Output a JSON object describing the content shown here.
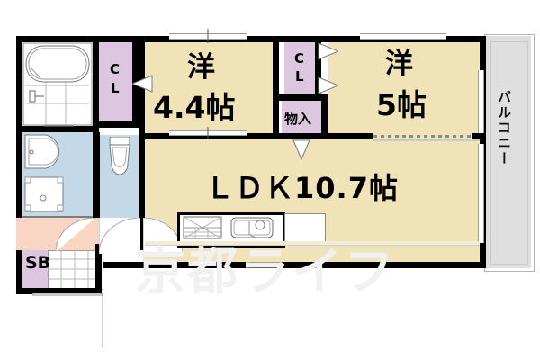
{
  "plan": {
    "title_watermark": "京都ライフ",
    "rooms": [
      {
        "id": "washitsu_44",
        "name": "洋",
        "size": "4.4帖",
        "type": "western-room"
      },
      {
        "id": "washitsu_5",
        "name": "洋",
        "size": "5帖",
        "type": "western-room"
      },
      {
        "id": "ldk",
        "name": "LDK10.7帖",
        "size": "10.7帖",
        "type": "living-dining-kitchen"
      }
    ],
    "labels": {
      "room_yo_1": "洋",
      "room_size_1": "4.4帖",
      "room_yo_2": "洋",
      "room_size_2": "5帖",
      "ldk": "ＬＤＫ10.7帖",
      "closet_1_line1": "C",
      "closet_1_line2": "L",
      "closet_2_line1": "C",
      "closet_2_line2": "L",
      "storage": "物入",
      "shoebox": "SB",
      "balcony": "バルコニー"
    },
    "colors": {
      "room_fill": "#f0e3b8",
      "closet_fill": "#dcc6e0",
      "water_fill": "#c3d9e8",
      "entry_fill": "#f9d6c3",
      "balcony_fill": "#dfdfdf",
      "wall": "#000000",
      "background": "#ffffff",
      "watermark": "#f1f1f1"
    },
    "fixtures": [
      {
        "id": "bathtub",
        "name": "unit-bath-tub"
      },
      {
        "id": "vanity",
        "name": "wash-basin"
      },
      {
        "id": "washer",
        "name": "washing-machine-space"
      },
      {
        "id": "toilet",
        "name": "toilet"
      },
      {
        "id": "stove",
        "name": "kitchen-stove"
      },
      {
        "id": "sink",
        "name": "kitchen-sink"
      },
      {
        "id": "fridge",
        "name": "refrigerator-space"
      }
    ]
  }
}
